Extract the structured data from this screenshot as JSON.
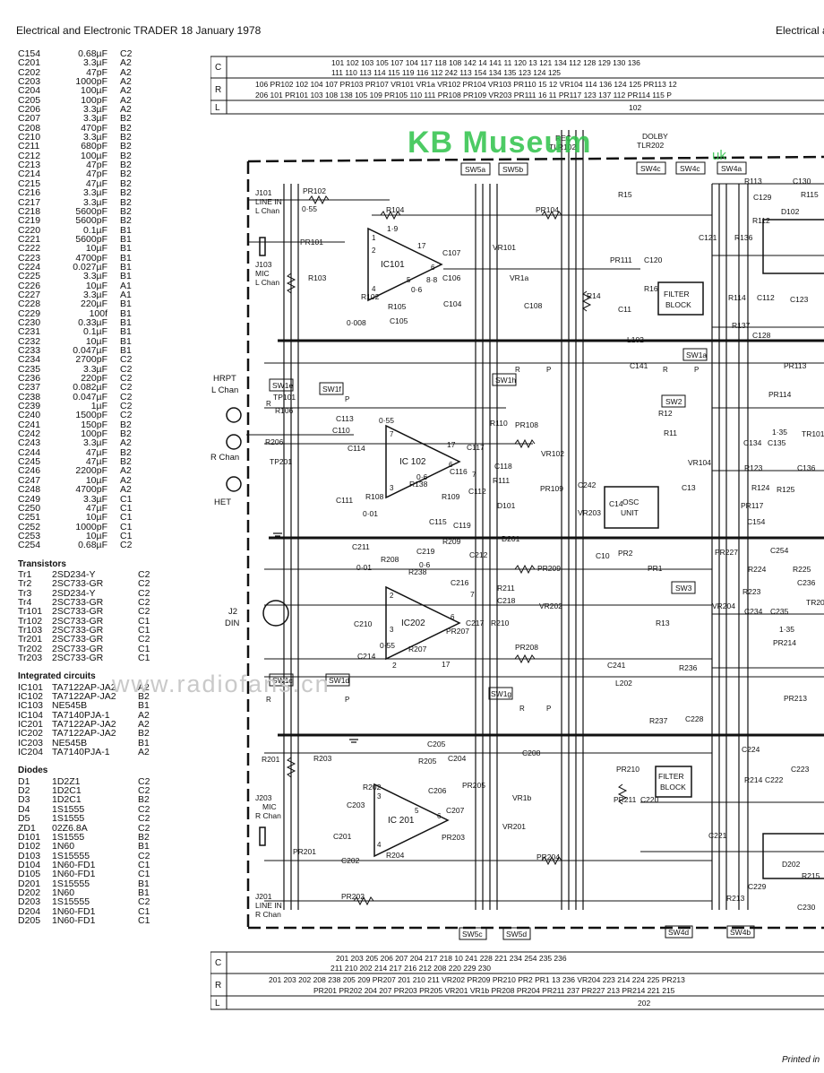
{
  "header": {
    "left": "Electrical and Electronic TRADER 18 January 1978",
    "right": "Electrical a"
  },
  "capacitors": [
    [
      "C154",
      "0.68µF",
      "C2"
    ],
    [
      "C201",
      "3.3µF",
      "A2"
    ],
    [
      "C202",
      "47pF",
      "A2"
    ],
    [
      "C203",
      "1000pF",
      "A2"
    ],
    [
      "C204",
      "100µF",
      "A2"
    ],
    [
      "C205",
      "100pF",
      "A2"
    ],
    [
      "C206",
      "3.3µF",
      "A2"
    ],
    [
      "C207",
      "3.3µF",
      "B2"
    ],
    [
      "C208",
      "470pF",
      "B2"
    ],
    [
      "C210",
      "3.3µF",
      "B2"
    ],
    [
      "C211",
      "680pF",
      "B2"
    ],
    [
      "C212",
      "100µF",
      "B2"
    ],
    [
      "C213",
      "47pF",
      "B2"
    ],
    [
      "C214",
      "47pF",
      "B2"
    ],
    [
      "C215",
      "47µF",
      "B2"
    ],
    [
      "C216",
      "3.3µF",
      "B2"
    ],
    [
      "C217",
      "3.3µF",
      "B2"
    ],
    [
      "C218",
      "5600pF",
      "B2"
    ],
    [
      "C219",
      "5600pF",
      "B2"
    ],
    [
      "C220",
      "0.1µF",
      "B1"
    ],
    [
      "C221",
      "5600pF",
      "B1"
    ],
    [
      "C222",
      "10µF",
      "B1"
    ],
    [
      "C223",
      "4700pF",
      "B1"
    ],
    [
      "C224",
      "0.027µF",
      "B1"
    ],
    [
      "C225",
      "3.3µF",
      "B1"
    ],
    [
      "C226",
      "10µF",
      "A1"
    ],
    [
      "C227",
      "3.3µF",
      "A1"
    ],
    [
      "C228",
      "220µF",
      "B1"
    ],
    [
      "C229",
      "100f",
      "B1"
    ],
    [
      "C230",
      "0.33µF",
      "B1"
    ],
    [
      "C231",
      "0.1µF",
      "B1"
    ],
    [
      "C232",
      "10µF",
      "B1"
    ],
    [
      "C233",
      "0.047µF",
      "B1"
    ],
    [
      "C234",
      "2700pF",
      "C2"
    ],
    [
      "C235",
      "3.3µF",
      "C2"
    ],
    [
      "C236",
      "220pF",
      "C2"
    ],
    [
      "C237",
      "0.082µF",
      "C2"
    ],
    [
      "C238",
      "0.047µF",
      "C2"
    ],
    [
      "C239",
      "1µF",
      "C2"
    ],
    [
      "C240",
      "1500pF",
      "C2"
    ],
    [
      "C241",
      "150pF",
      "B2"
    ],
    [
      "C242",
      "100pF",
      "B2"
    ],
    [
      "C243",
      "3.3µF",
      "A2"
    ],
    [
      "C244",
      "47µF",
      "B2"
    ],
    [
      "C245",
      "47µF",
      "B2"
    ],
    [
      "C246",
      "2200pF",
      "A2"
    ],
    [
      "C247",
      "10µF",
      "A2"
    ],
    [
      "C248",
      "4700pF",
      "A2"
    ],
    [
      "C249",
      "3.3µF",
      "C1"
    ],
    [
      "C250",
      "47µF",
      "C1"
    ],
    [
      "C251",
      "10µF",
      "C1"
    ],
    [
      "C252",
      "1000pF",
      "C1"
    ],
    [
      "C253",
      "10µF",
      "C1"
    ],
    [
      "C254",
      "0.68µF",
      "C2"
    ]
  ],
  "transistors_title": "Transistors",
  "transistors": [
    [
      "Tr1",
      "2SD234-Y",
      "C2"
    ],
    [
      "Tr2",
      "2SC733-GR",
      "C2"
    ],
    [
      "Tr3",
      "2SD234-Y",
      "C2"
    ],
    [
      "Tr4",
      "2SC733-GR",
      "C2"
    ],
    [
      "Tr101",
      "2SC733-GR",
      "C2"
    ],
    [
      "Tr102",
      "2SC733-GR",
      "C1"
    ],
    [
      "Tr103",
      "2SC733-GR",
      "C1"
    ],
    [
      "Tr201",
      "2SC733-GR",
      "C2"
    ],
    [
      "Tr202",
      "2SC733-GR",
      "C1"
    ],
    [
      "Tr203",
      "2SC733-GR",
      "C1"
    ]
  ],
  "ics_title": "Integrated circuits",
  "ics": [
    [
      "IC101",
      "TA7122AP-JA2",
      "A2"
    ],
    [
      "IC102",
      "TA7122AP-JA2",
      "B2"
    ],
    [
      "IC103",
      "NE545B",
      "B1"
    ],
    [
      "IC104",
      "TA7140PJA-1",
      "A2"
    ],
    [
      "IC201",
      "TA7122AP-JA2",
      "A2"
    ],
    [
      "IC202",
      "TA7122AP-JA2",
      "B2"
    ],
    [
      "IC203",
      "NE545B",
      "B1"
    ],
    [
      "IC204",
      "TA7140PJA-1",
      "A2"
    ]
  ],
  "diodes_title": "Diodes",
  "diodes": [
    [
      "D1",
      "1D2Z1",
      "C2"
    ],
    [
      "D2",
      "1D2C1",
      "C2"
    ],
    [
      "D3",
      "1D2C1",
      "B2"
    ],
    [
      "D4",
      "1S1555",
      "C2"
    ],
    [
      "D5",
      "1S1555",
      "C2"
    ],
    [
      "ZD1",
      "02Z6.8A",
      "C2"
    ],
    [
      "D101",
      "1S1555",
      "B2"
    ],
    [
      "D102",
      "1N60",
      "B1"
    ],
    [
      "D103",
      "1S15555",
      "C2"
    ],
    [
      "D104",
      "1N60-FD1",
      "C1"
    ],
    [
      "D105",
      "1N60-FD1",
      "C1"
    ],
    [
      "D201",
      "1S15555",
      "B1"
    ],
    [
      "D202",
      "1N60",
      "B1"
    ],
    [
      "D203",
      "1S15555",
      "C2"
    ],
    [
      "D204",
      "1N60-FD1",
      "C1"
    ],
    [
      "D205",
      "1N60-FD1",
      "C1"
    ]
  ],
  "schematic": {
    "grid_top": {
      "row_c1": "101 102 103   105  107 104 117   118   108   142  14 141 11   120   13   121  134 112 128 129 130 136",
      "row_c2": "111 110 113 114   115  119 116  112   242   113 154 134 135 123 124 125",
      "row_r1": "106   PR102   102  104   107 PR103 PR107  VR101 VR1a  VR102 PR104   VR103 PR110 15   12   VR104   114 136 124  125 PR113 12",
      "row_r2": "206   101 PR101 103   108   138 105 109 PR105  110 111 PR108 PR109   VR203 PR111   16   11   PR117 123 137 112  PR114 115 P",
      "row_l": "102"
    },
    "grid_bottom": {
      "row_c1": "201 203   205 206 207 204 217   218   10   241   228   221 234 254 235   236",
      "row_c2": "211 210 202 214   217 216   212   208   220   229   230",
      "row_r1": "201   203   202   208   238 205 209 PR207 201 210 211 VR202 PR209   PR210   PR2 PR1 13   236 VR204 223 214 224 225 PR213",
      "row_r2": "PR201 PR202   204   207 PR203 PR205 VR201 VR1b PR208 PR204   PR211   237   PR227 213 PR214 221 215",
      "row_l": "202"
    },
    "labels": {
      "j101": "J101",
      "line_in": "LINE IN",
      "l_chan": "L Chan",
      "j103": "J103",
      "mic": "MIC",
      "hrpt": "HRPT",
      "r_chan": "R Chan",
      "het": "HET",
      "j2": "J2",
      "din": "DIN",
      "j203": "J203",
      "j201": "J201",
      "ic101": "IC101",
      "ic102": "IC 102",
      "ic202": "IC202",
      "ic201": "IC 201",
      "osc_unit_1": "OSC",
      "osc_unit_2": "UNIT",
      "filter1": "FILTER",
      "filter2": "BLOCK",
      "rec": "REC",
      "tlr102": "TLR102",
      "dolby": "DOLBY",
      "tlr202": "TLR202",
      "sw5a": "SW5a",
      "sw5b": "SW5b",
      "sw4c": "SW4c",
      "sw4a": "SW4a",
      "sw1e": "SW1e",
      "sw1f": "SW1f",
      "sw1h": "SW1h",
      "sw1a": "SW1a",
      "sw2": "SW2",
      "sw3": "SW3",
      "sw1c": "SW1c",
      "sw1d": "SW1d",
      "sw1g": "SW1g",
      "sw5c": "SW5c",
      "sw5d": "SW5d",
      "sw4d": "SW4d",
      "sw4b": "SW4b",
      "pr102": "PR102",
      "pr101": "PR101",
      "r104": "R104",
      "r103": "R103",
      "r102": "R102",
      "r105": "R105",
      "c105": "C105",
      "c106": "C106",
      "c107": "C107",
      "c104": "C104",
      "c108": "C108",
      "vr101": "VR101",
      "vr1a": "VR1a",
      "pr104": "PR104",
      "pr111": "PR111",
      "c120": "C120",
      "r16": "R16",
      "r14": "R14",
      "c11": "C11",
      "tp101": "TP101",
      "r106": "R106",
      "r206": "R206",
      "tp201": "TP201",
      "c113": "C113",
      "c110": "C110",
      "c114": "C114",
      "c111": "C111",
      "r108": "R108",
      "r138": "R138",
      "r109": "R109",
      "r110": "R110",
      "c118": "C118",
      "r111": "R111",
      "d101": "D101",
      "c112": "C112",
      "c115": "C115",
      "c119": "C119",
      "c117": "C117",
      "c116": "C116",
      "vr102": "VR102",
      "pr108": "PR108",
      "pr109": "PR109",
      "c242": "C242",
      "vr203": "VR203",
      "c14": "C14",
      "c13": "C13",
      "r12": "R12",
      "r11": "R11",
      "vr104": "VR104",
      "c211": "C211",
      "r208": "R208",
      "r238": "R238",
      "c219": "C219",
      "r209": "R209",
      "c212": "C212",
      "d201": "D201",
      "r211": "R211",
      "c218": "C218",
      "vr202": "VR202",
      "pr209": "PR209",
      "c216": "C216",
      "c217": "C217",
      "r210": "R210",
      "r207": "R207",
      "pr207": "PR207",
      "c210": "C210",
      "c214": "C214",
      "pr208": "PR208",
      "c10": "C10",
      "pr2": "PR2",
      "pr1": "PR1",
      "r13": "R13",
      "c241": "C241",
      "l202": "L202",
      "r236": "R236",
      "r237": "R237",
      "c228": "C228",
      "l102": "L102",
      "c141": "C141",
      "r201": "R201",
      "r203": "R203",
      "c205": "C205",
      "r205": "R205",
      "c204": "C204",
      "c208": "C208",
      "c206": "C206",
      "pr205": "PR205",
      "vr1b": "VR1b",
      "c207": "C207",
      "vr201": "VR201",
      "pr203": "PR203",
      "r202": "R202",
      "c203": "C203",
      "r204": "R204",
      "c201": "C201",
      "c202": "C202",
      "pr201": "PR201",
      "pr202": "PR202",
      "pr204": "PR204",
      "pr210": "PR210",
      "pr211": "PR211",
      "c220": "C220",
      "c221": "C221",
      "r113": "R113",
      "c130": "C130",
      "c129": "C129",
      "r115": "R115",
      "r112": "R112",
      "d102": "D102",
      "r136": "R136",
      "c121": "C121",
      "r114": "R114",
      "c112b": "C112",
      "c123": "C123",
      "r137": "R137",
      "c128": "C128",
      "pr113": "PR113",
      "pr114": "PR114",
      "c134": "C134",
      "c135": "C135",
      "tr101": "TR101",
      "c136": "C136",
      "r123": "R123",
      "r124": "R124",
      "r125": "R125",
      "pr117": "PR117",
      "c154": "C154",
      "pr227": "PR227",
      "c254": "C254",
      "r224": "R224",
      "r225": "R225",
      "c236": "C236",
      "r223": "R223",
      "vr204": "VR204",
      "c234": "C234",
      "c235": "C235",
      "tr201": "TR20",
      "pr214": "PR214",
      "pr213": "PR213",
      "c224": "C224",
      "c223": "C223",
      "r214": "R214",
      "c222": "C222",
      "d202": "D202",
      "r215": "R215",
      "r213": "R213",
      "c229": "C229",
      "c230": "C230",
      "r15": "R15",
      "n055": "0·55",
      "n19": "1·9",
      "n008": "0·008",
      "n06": "0·6",
      "n88": "8·8",
      "n001": "0·01",
      "n135": "1·35",
      "n17": "17",
      "n7": "7",
      "n2": "2",
      "ic_pins": [
        "1",
        "2",
        "3",
        "4",
        "5",
        "6",
        "7",
        "8"
      ],
      "p": "P",
      "r": "R"
    }
  },
  "watermarks": {
    "kb": "KB Museum",
    "kb_site": "uk",
    "radio": "www.radiofans.cn"
  },
  "footer": "Printed in"
}
